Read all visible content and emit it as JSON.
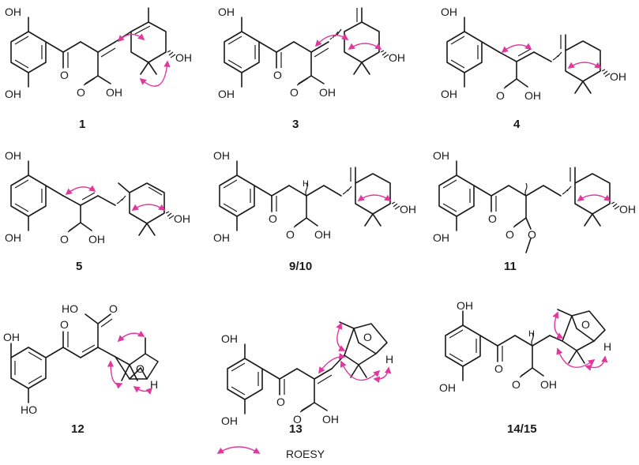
{
  "figure": {
    "compounds": [
      {
        "id": "1"
      },
      {
        "id": "3"
      },
      {
        "id": "4"
      },
      {
        "id": "5"
      },
      {
        "id": "9/10"
      },
      {
        "id": "11"
      },
      {
        "id": "12"
      },
      {
        "id": "13"
      },
      {
        "id": "14/15"
      }
    ],
    "atom_labels": {
      "oh": "OH",
      "ho": "HO",
      "o": "O",
      "h": "H"
    },
    "legend": {
      "label": "ROESY",
      "arrow_color": "#e0389f"
    },
    "colors": {
      "bond": "#1a1a1a",
      "correlation": "#e0389f",
      "background": "#ffffff"
    }
  }
}
